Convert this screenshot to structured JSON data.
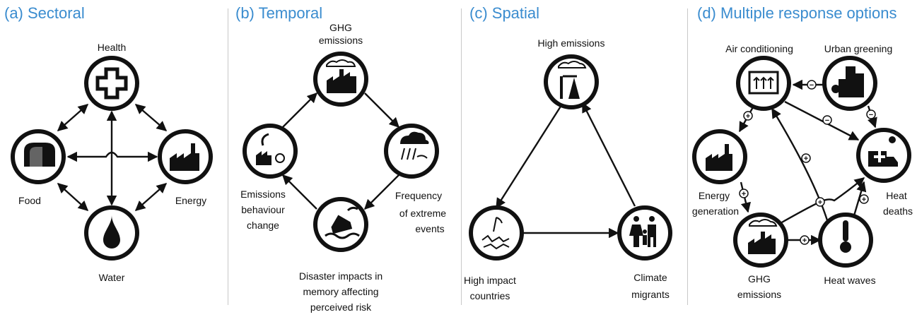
{
  "panels": {
    "a": {
      "title": "(a) Sectoral",
      "labels": {
        "health": "Health",
        "food": "Food",
        "energy": "Energy",
        "water": "Water"
      }
    },
    "b": {
      "title": "(b) Temporal",
      "labels": {
        "ghg_1": "GHG",
        "ghg_2": "emissions",
        "freq_1": "Frequency",
        "freq_2": "of extreme",
        "freq_3": "events",
        "dis_1": "Disaster impacts in",
        "dis_2": "memory affecting",
        "dis_3": "perceived risk",
        "emb_1": "Emissions",
        "emb_2": "behaviour",
        "emb_3": "change"
      }
    },
    "c": {
      "title": "(c) Spatial",
      "labels": {
        "high_em": "High emissions",
        "hic_1": "High impact",
        "hic_2": "countries",
        "cm_1": "Climate",
        "cm_2": "migrants"
      }
    },
    "d": {
      "title": "(d) Multiple response options",
      "labels": {
        "ac": "Air conditioning",
        "ug": "Urban greening",
        "eg_1": "Energy",
        "eg_2": "generation",
        "hd_1": "Heat",
        "hd_2": "deaths",
        "ghg_1": "GHG",
        "ghg_2": "emissions",
        "hw": "Heat waves"
      },
      "signs": {
        "plus": "+",
        "minus": "−"
      }
    }
  },
  "icons": [
    "cross-icon",
    "bread-icon",
    "factory-icon",
    "water-drop-icon",
    "storm-icon",
    "flood-house-icon",
    "recycle-icon",
    "oil-pump-icon",
    "drought-icon",
    "family-icon",
    "air-conditioner-icon",
    "buildings-icon",
    "ambulance-icon",
    "thermometer-icon"
  ]
}
